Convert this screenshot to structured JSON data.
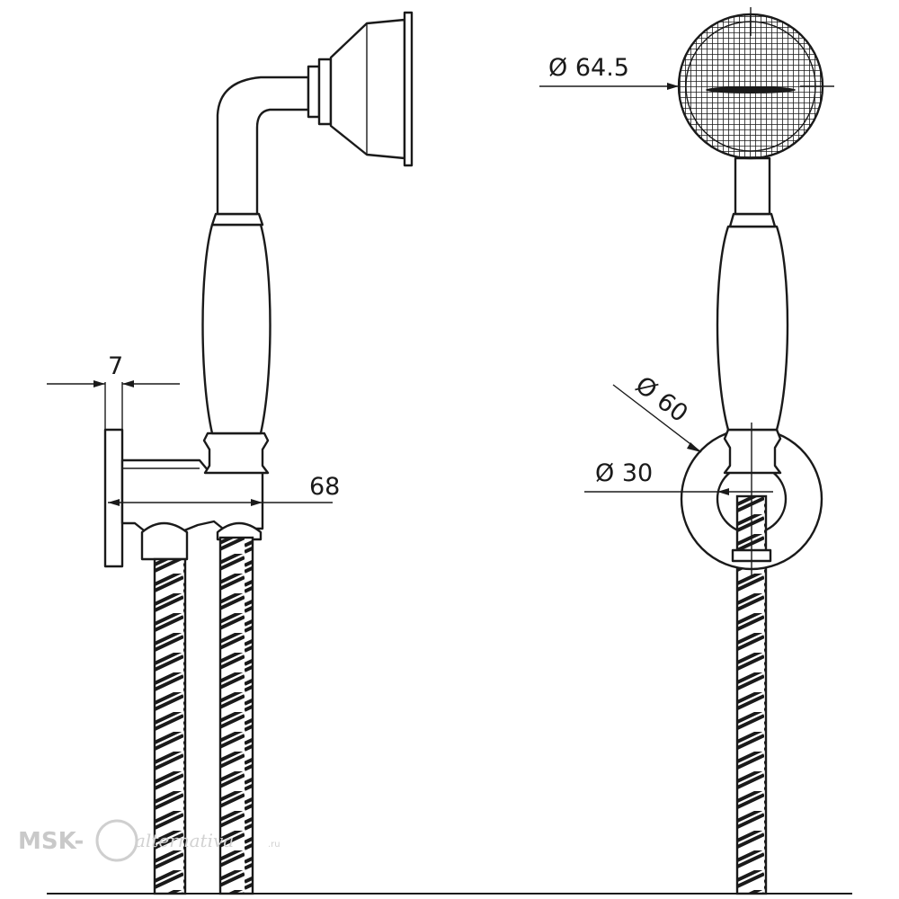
{
  "dimensions": {
    "flange_thickness": "7",
    "holder_projection": "68",
    "head_diameter": "Ø 64.5",
    "holder_outer_diameter": "Ø 60",
    "holder_inner_diameter": "Ø 30"
  },
  "watermark": {
    "brand": "MSK-",
    "domain": "alternativa",
    "tld": ".ru"
  }
}
